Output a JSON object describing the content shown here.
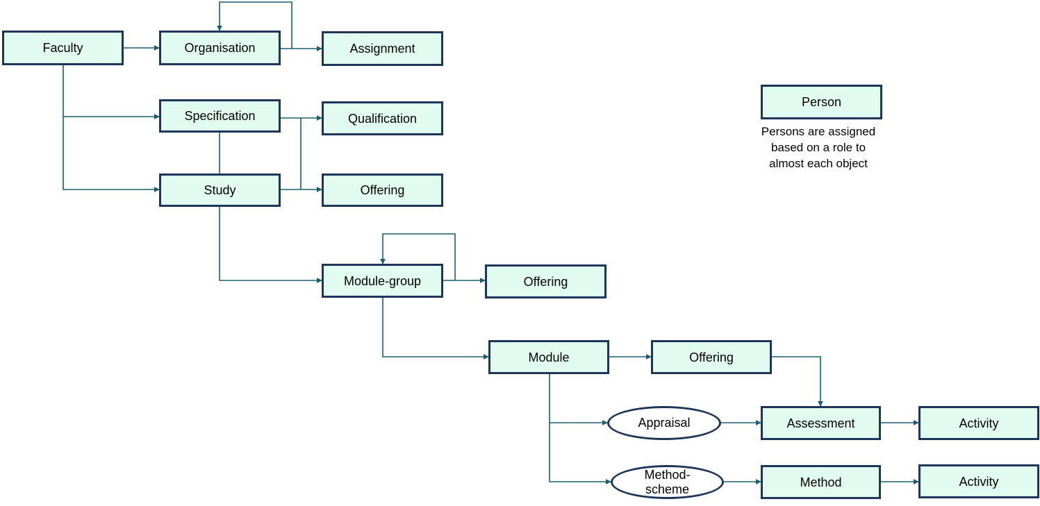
{
  "colors": {
    "box_fill": "#e2fbf1",
    "box_border": "#1d3557",
    "connector": "#1a5e6e",
    "oval_fill": "#ffffff"
  },
  "nodes": {
    "faculty": "Faculty",
    "organisation": "Organisation",
    "assignment": "Assignment",
    "specification": "Specification",
    "qualification": "Qualification",
    "study": "Study",
    "offering_study": "Offering",
    "module_group": "Module-group",
    "offering_module_group": "Offering",
    "module": "Module",
    "offering_module": "Offering",
    "appraisal": "Appraisal",
    "assessment": "Assessment",
    "activity_assessment": "Activity",
    "method_scheme_line1": "Method-",
    "method_scheme_line2": "scheme",
    "method": "Method",
    "activity_method": "Activity",
    "person": "Person"
  },
  "note": {
    "line1": "Persons are assigned",
    "line2": "based on a role to",
    "line3": "almost each object"
  }
}
